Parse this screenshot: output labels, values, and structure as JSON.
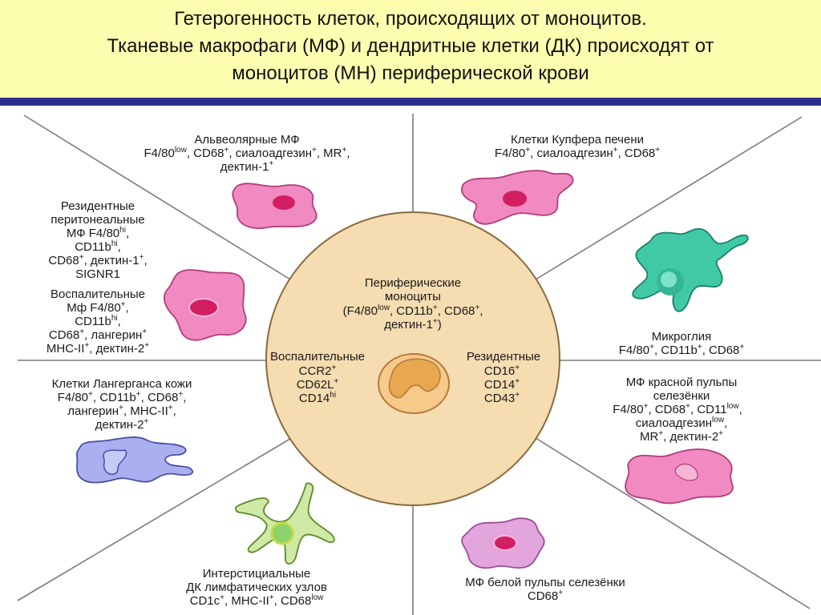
{
  "title": {
    "line1": "Гетерогенность клеток, происходящих от моноцитов.",
    "line2": "Тканевые макрофаги (МФ) и дендритные клетки (ДК) происходят от",
    "line3": "моноцитов (МН) периферической крови"
  },
  "colors": {
    "header_bg": "#fefeb0",
    "header_bar": "#2d2f8f",
    "circle_fill": "#f5dcb1",
    "pink_cell": "#f08ac0",
    "magenta_nucleus": "#d11f62",
    "teal_cell": "#41c9a6",
    "purple_cell": "#c9a0df",
    "lilac_cell": "#aab0ef",
    "green_cell": "#cfe9a6",
    "monocyte": "#e8a850"
  },
  "center": {
    "title": [
      "Периферические",
      "моноциты"
    ],
    "markers_line1": {
      "t1": "(F4/80",
      "s1": "low",
      "t2": ", CD11b",
      "s2": "+",
      "t3": ", CD68",
      "s3": "+",
      "t4": ","
    },
    "markers_line2": {
      "t1": "дектин-1",
      "s1": "+",
      "t2": ")"
    },
    "inflammatory": {
      "title": "Воспалительные",
      "m1": "CCR2",
      "m1s": "+",
      "m2": "CD62L",
      "m2s": "+",
      "m3": "CD14",
      "m3s": "hi"
    },
    "resident": {
      "title": "Резидентные",
      "m1": "CD16",
      "m1s": "+",
      "m2": "CD14",
      "m2s": "+",
      "m3": "CD43",
      "m3s": "+"
    }
  },
  "sections": {
    "alveolar": {
      "name": "Альвеолярные МФ",
      "l2": {
        "t1": "F4/80",
        "s1": "low",
        "t2": ", CD68",
        "s2": "+",
        "t3": ", сиалоадгезин",
        "s3": "+",
        "t4": ", MR",
        "s4": "+",
        "t5": ","
      },
      "l3": {
        "t1": "дектин-1",
        "s1": "+"
      }
    },
    "kupffer": {
      "name": "Клетки Купфера печени",
      "l2": {
        "t1": "F4/80",
        "s1": "+",
        "t2": ", сиалоадгезин",
        "s2": "+",
        "t3": ", CD68",
        "s3": "+"
      }
    },
    "peritoneal": {
      "l1": "Резидентные",
      "l2": "перитонеальные",
      "l3": {
        "t1": "МФ F4/80",
        "s1": "hi",
        "t2": ","
      },
      "l4": {
        "t1": "CD11b",
        "s1": "hi",
        "t2": ","
      },
      "l5": {
        "t1": "CD68",
        "s1": "+",
        "t2": ", дектин-1",
        "s2": "+",
        "t3": ","
      },
      "l6": "SIGNR1"
    },
    "inflammatory_mf": {
      "l1": "Воспалительные",
      "l2": {
        "t1": "Мф F4/80",
        "s1": "+",
        "t2": ","
      },
      "l3": {
        "t1": "CD11b",
        "s1": "hi",
        "t2": ","
      },
      "l4": {
        "t1": "CD68",
        "s1": "+",
        "t2": ", лангерин",
        "s2": "+"
      },
      "l5": {
        "t1": "MHC-II",
        "s1": "+",
        "t2": ", дектин-2",
        "s2": "+"
      }
    },
    "microglia": {
      "name": "Микроглия",
      "l2": {
        "t1": "F4/80",
        "s1": "+",
        "t2": ", CD11b",
        "s2": "+",
        "t3": ", CD68",
        "s3": "+"
      }
    },
    "langerhans": {
      "l1": "Клетки Лангерганса кожи",
      "l2": {
        "t1": "F4/80",
        "s1": "+",
        "t2": ", CD11b",
        "s2": "+",
        "t3": ", CD68",
        "s3": "+",
        "t4": ","
      },
      "l3": {
        "t1": "лангерин",
        "s1": "+",
        "t2": ", MHC-II",
        "s2": "+",
        "t3": ","
      },
      "l4": {
        "t1": "дектин-2",
        "s1": "+"
      }
    },
    "red_pulp": {
      "l1": "МФ красной пульпы",
      "l2": "селезёнки",
      "l3": {
        "t1": "F4/80",
        "s1": "+",
        "t2": ", CD68",
        "s2": "+",
        "t3": ", CD11",
        "s3": "low",
        "t4": ","
      },
      "l4": {
        "t1": "сиалоадгезин",
        "s1": "low",
        "t2": ","
      },
      "l5": {
        "t1": "MR",
        "s1": "+",
        "t2": ", дектин-2",
        "s2": "+"
      }
    },
    "interstitial": {
      "l1": "Интерстициальные",
      "l2": "ДК лимфатических узлов",
      "l3": {
        "t1": "CD1c",
        "s1": "+",
        "t2": ", MHC-II",
        "s2": "+",
        "t3": ", CD68",
        "s3": "low"
      }
    },
    "white_pulp": {
      "l1": "МФ белой пульпы селезёнки",
      "l2": {
        "t1": "CD68",
        "s1": "+"
      }
    }
  }
}
